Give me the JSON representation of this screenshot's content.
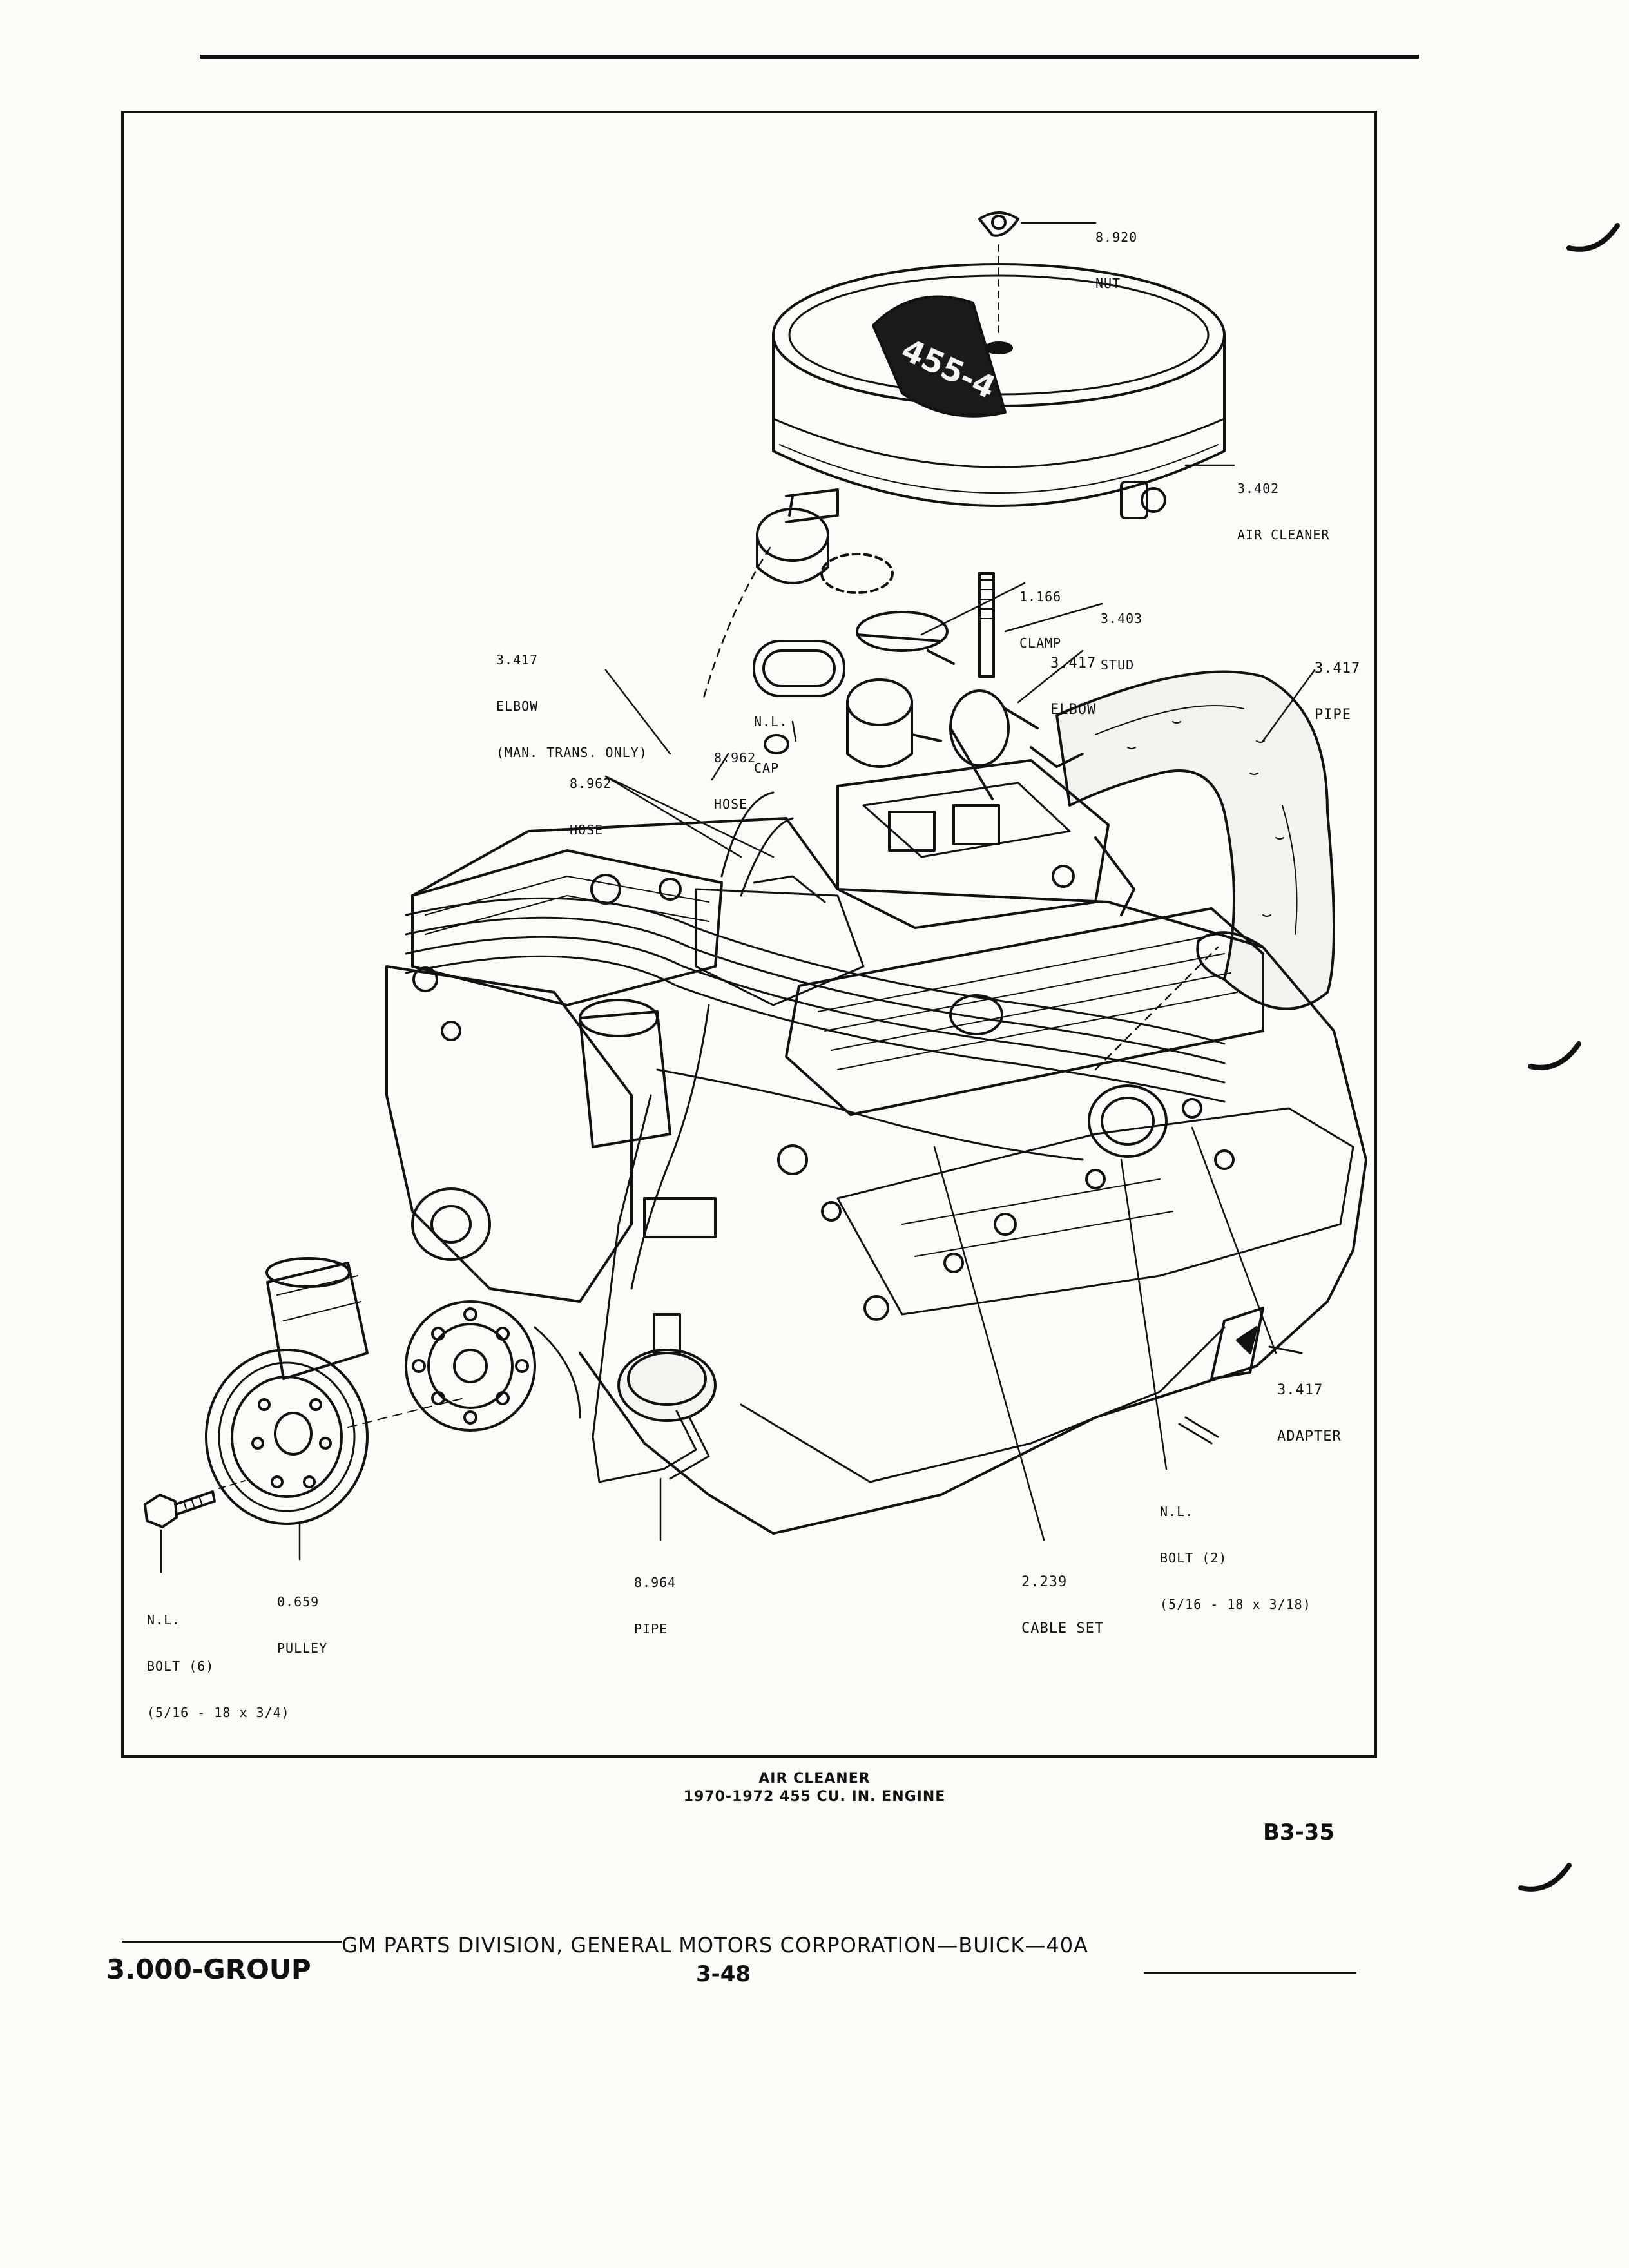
{
  "figure": {
    "badge_text": "455-4",
    "callouts": {
      "nut": {
        "num": "8.920",
        "name": "NUT"
      },
      "air_cleaner": {
        "num": "3.402",
        "name": "AIR CLEANER"
      },
      "clamp": {
        "num": "1.166",
        "name": "CLAMP"
      },
      "stud": {
        "num": "3.403",
        "name": "STUD"
      },
      "elbow_man": {
        "num": "3.417",
        "name": "ELBOW",
        "note": "(MAN. TRANS. ONLY)"
      },
      "elbow": {
        "num": "3.417",
        "name": "ELBOW"
      },
      "pipe_top": {
        "num": "3.417",
        "name": "PIPE"
      },
      "cap": {
        "num": "N.L.",
        "name": "CAP"
      },
      "hose_a": {
        "num": "8.962",
        "name": "HOSE"
      },
      "hose_b": {
        "num": "8.962",
        "name": "HOSE"
      },
      "adapter": {
        "num": "3.417",
        "name": "ADAPTER"
      },
      "bolt_2": {
        "num": "N.L.",
        "name": "BOLT (2)",
        "spec": "(5/16 - 18 x 3/18)"
      },
      "pipe_bottom": {
        "num": "8.964",
        "name": "PIPE"
      },
      "cable_set": {
        "num": "2.239",
        "name": "CABLE SET"
      },
      "pulley": {
        "num": "0.659",
        "name": "PULLEY"
      },
      "bolt_6": {
        "num": "N.L.",
        "name": "BOLT (6)",
        "spec": "(5/16 - 18 x 3/4)"
      }
    }
  },
  "caption": {
    "line1": "AIR CLEANER",
    "line2": "1970-1972 455 CU. IN. ENGINE"
  },
  "page_code": "B3-35",
  "footer": {
    "group": "3.000-GROUP",
    "division": "GM PARTS DIVISION, GENERAL MOTORS CORPORATION—BUICK—40A",
    "page_number": "3-48"
  }
}
